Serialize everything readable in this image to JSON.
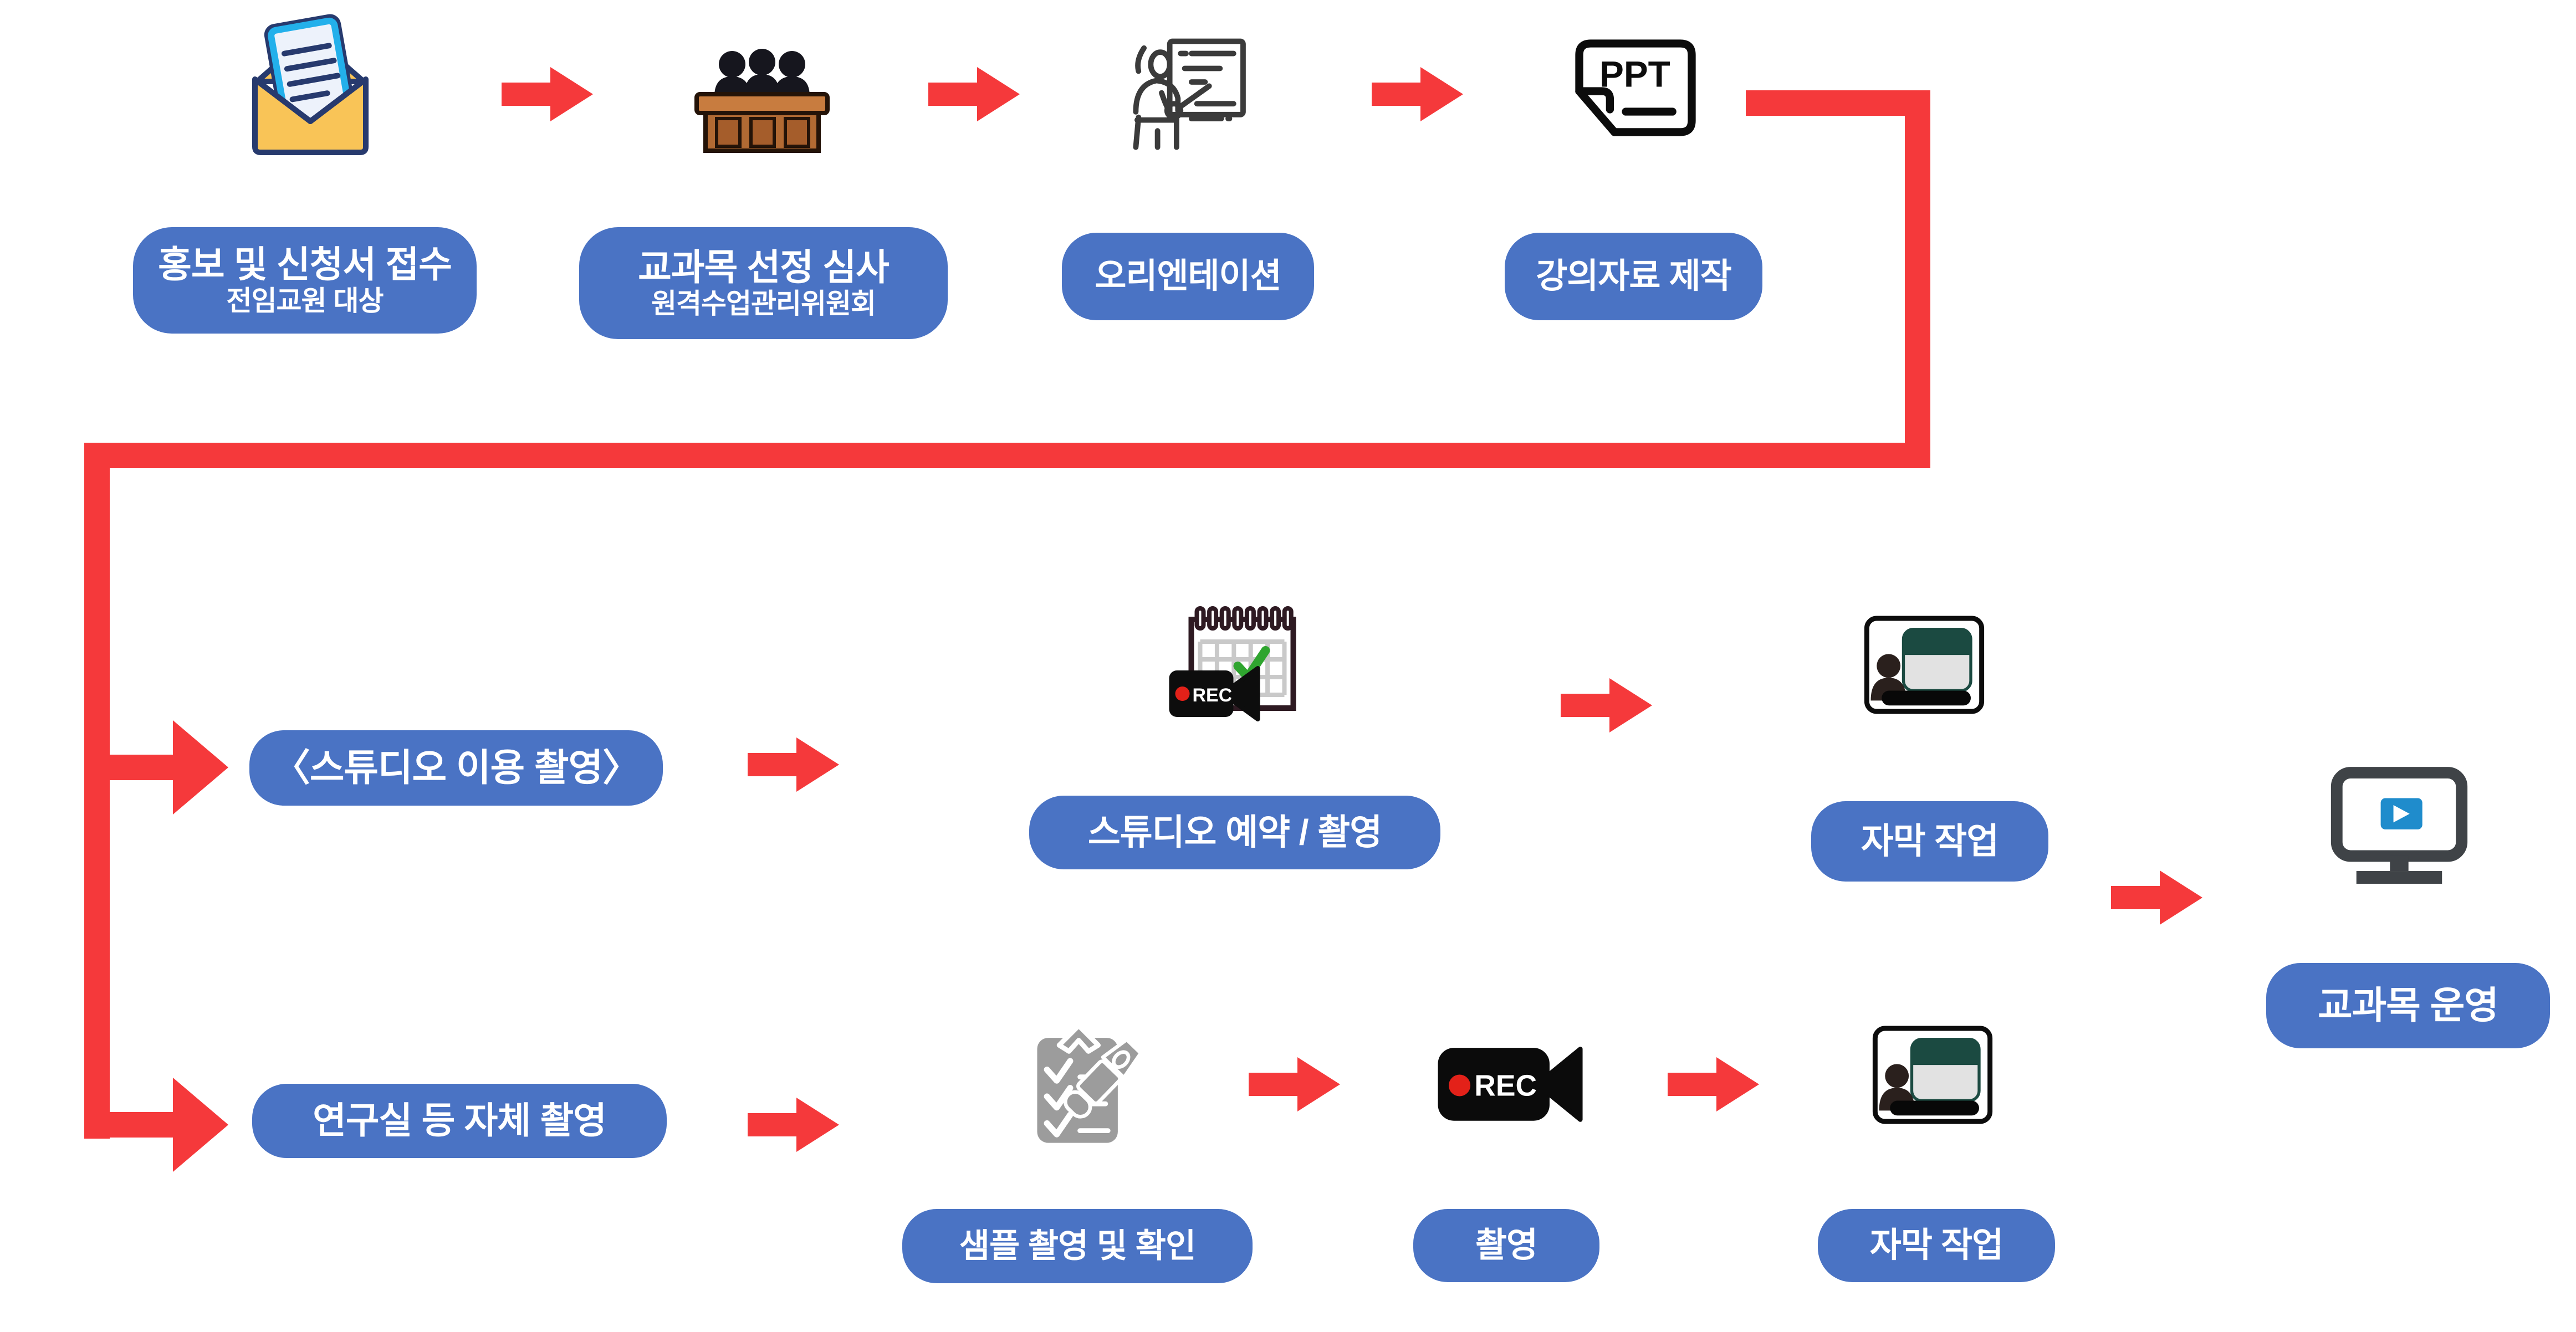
{
  "colors": {
    "pill_blue": "#4A73C4",
    "arrow_red": "#F5393B",
    "text_white": "#FFFFFF",
    "rec_red": "#E32119",
    "check_green": "#2FA52F",
    "play_blue": "#1F8CCC",
    "envelope_yellow": "#F9C457",
    "desk_brown": "#B26A33",
    "caption_header_green": "#1B4A41",
    "checklist_gray": "#9C9C9C"
  },
  "icon_texts": {
    "ppt": "PPT",
    "rec": "REC"
  },
  "stage_top": {
    "steps": [
      {
        "icon": "envelope-letter",
        "label": "홍보 및 신청서 접수",
        "sublabel": "전임교원 대상"
      },
      {
        "icon": "review-committee",
        "label": "교과목 선정 심사",
        "sublabel": "원격수업관리위원회"
      },
      {
        "icon": "orientation-board",
        "label": "오리엔테이션"
      },
      {
        "icon": "ppt-document",
        "label": "강의자료 제작"
      }
    ]
  },
  "branch_studio": {
    "entry_label": "〈스튜디오 이용 촬영〉",
    "steps": [
      {
        "icon": "calendar-rec",
        "label": "스튜디오 예약 / 촬영"
      },
      {
        "icon": "caption-screen",
        "label": "자막 작업"
      }
    ]
  },
  "branch_self": {
    "entry_label": "연구실 등 자체 촬영",
    "steps": [
      {
        "icon": "checklist-pen",
        "label": "샘플 촬영 및 확인"
      },
      {
        "icon": "rec-camera",
        "label": "촬영"
      },
      {
        "icon": "caption-screen",
        "label": "자막 작업"
      }
    ]
  },
  "final_step": {
    "icon": "monitor-play",
    "label": "교과목 운영"
  }
}
